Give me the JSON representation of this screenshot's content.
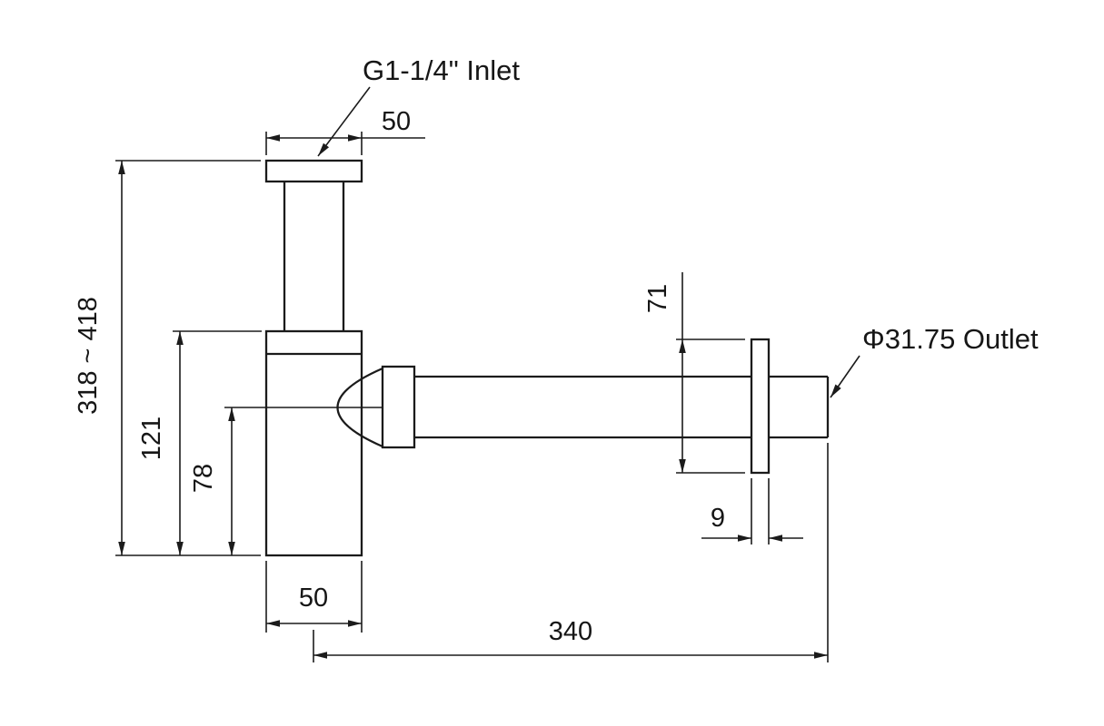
{
  "page": {
    "background": "#ffffff",
    "line_color": "#1b1b1b"
  },
  "drawing": {
    "labels": {
      "inlet": "G1-1/4\" Inlet",
      "outlet": "Φ31.75 Outlet"
    },
    "dimensions": {
      "inlet_flange_width": "50",
      "overall_height_range": "318 ~ 418",
      "body_height": "121",
      "outlet_centerline_height": "78",
      "wall_flange_diameter": "71",
      "wall_flange_thickness": "9",
      "body_width": "50",
      "horizontal_run_length": "340"
    }
  }
}
